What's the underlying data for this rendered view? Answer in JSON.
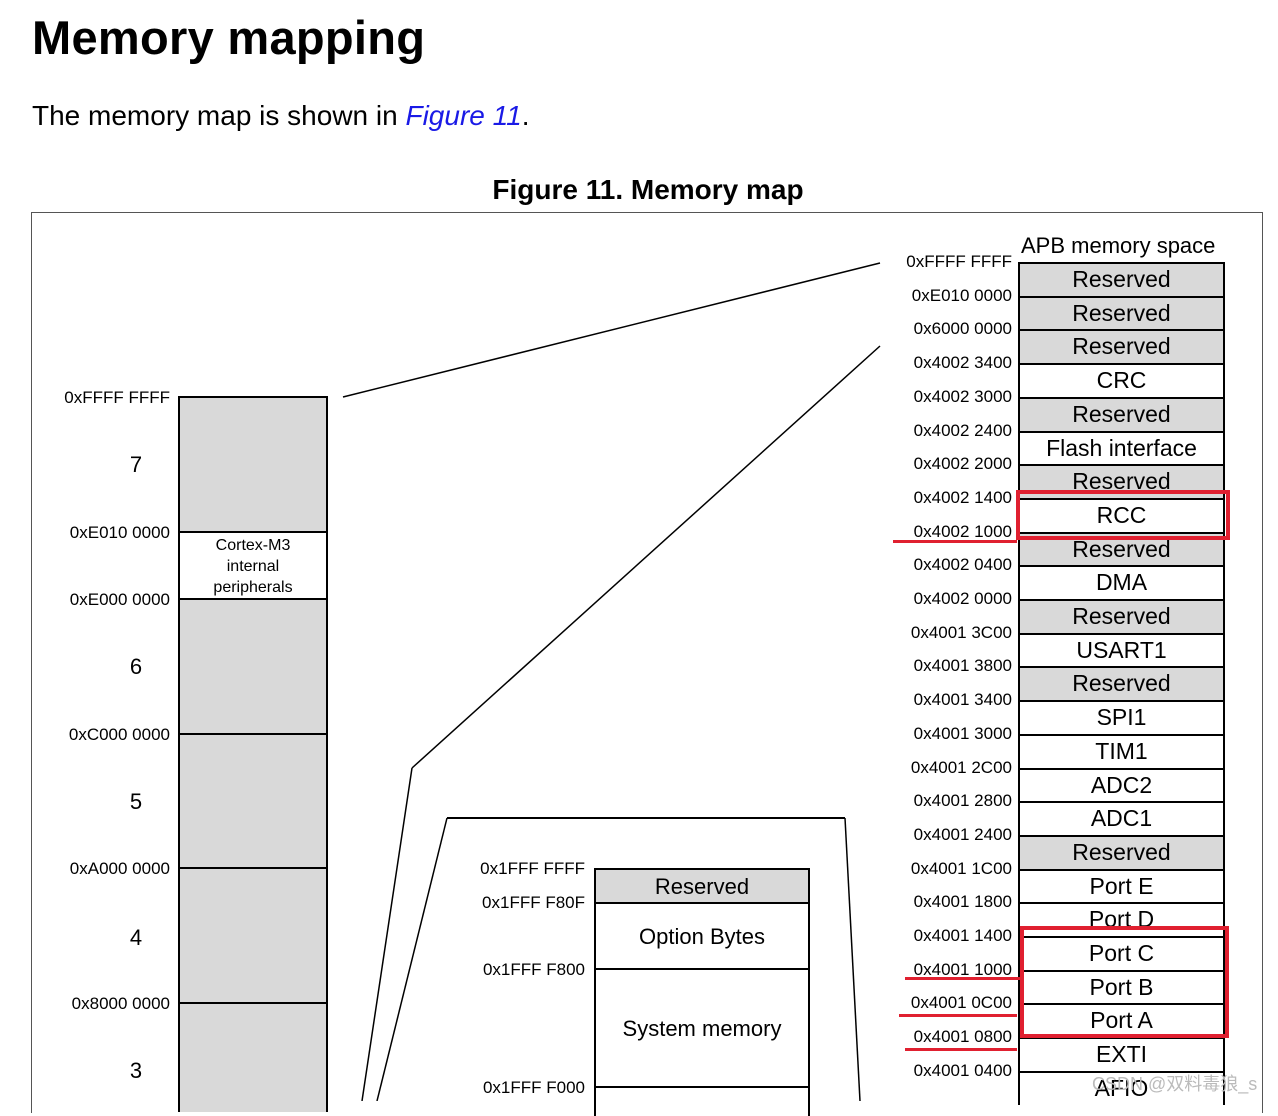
{
  "heading": "Memory mapping",
  "intro": {
    "before": "The memory map is shown in ",
    "link": "Figure 11",
    "after": "."
  },
  "figure_title": "Figure 11. Memory map",
  "left_map": {
    "top_address": "0xFFFF FFFF",
    "region7": "7",
    "addr_e010": "0xE010 0000",
    "cortex_label": [
      "Cortex-M3",
      "internal",
      "peripherals"
    ],
    "addr_e000": "0xE000 0000",
    "region6": "6",
    "addr_c000": "0xC000 0000",
    "region5": "5",
    "addr_a000": "0xA000 0000",
    "region4": "4",
    "addr_8000": "0x8000 0000",
    "region3": "3"
  },
  "flash_map": {
    "addresses": [
      "0x1FFF FFFF",
      "0x1FFF F80F",
      "0x1FFF F800",
      "0x1FFF F000"
    ],
    "cells": [
      "Reserved",
      "Option Bytes",
      "System memory"
    ]
  },
  "apb_map": {
    "title": "APB memory space",
    "addresses": [
      "0xFFFF FFFF",
      "0xE010 0000",
      "0x6000 0000",
      "0x4002 3400",
      "0x4002 3000",
      "0x4002 2400",
      "0x4002 2000",
      "0x4002 1400",
      "0x4002 1000",
      "0x4002 0400",
      "0x4002 0000",
      "0x4001 3C00",
      "0x4001 3800",
      "0x4001 3400",
      "0x4001 3000",
      "0x4001 2C00",
      "0x4001 2800",
      "0x4001 2400",
      "0x4001 1C00",
      "0x4001 1800",
      "0x4001 1400",
      "0x4001 1000",
      "0x4001 0C00",
      "0x4001 0800",
      "0x4001 0400"
    ],
    "cells": [
      "Reserved",
      "Reserved",
      "Reserved",
      "CRC",
      "Reserved",
      "Flash interface",
      "Reserved",
      "RCC",
      "Reserved",
      "DMA",
      "Reserved",
      "USART1",
      "Reserved",
      "SPI1",
      "TIM1",
      "ADC2",
      "ADC1",
      "Reserved",
      "Port E",
      "Port D",
      "Port C",
      "Port B",
      "Port A",
      "EXTI",
      "AFIO"
    ],
    "gray_flags": [
      true,
      true,
      true,
      false,
      true,
      false,
      true,
      false,
      true,
      false,
      true,
      false,
      true,
      false,
      false,
      false,
      false,
      true,
      false,
      false,
      false,
      false,
      false,
      false,
      false
    ]
  },
  "watermark": "CSDN @双料毒狼_s",
  "colors": {
    "highlight": "#e02030",
    "reserved_fill": "#d9d9d9",
    "link": "#1a1ae6"
  }
}
